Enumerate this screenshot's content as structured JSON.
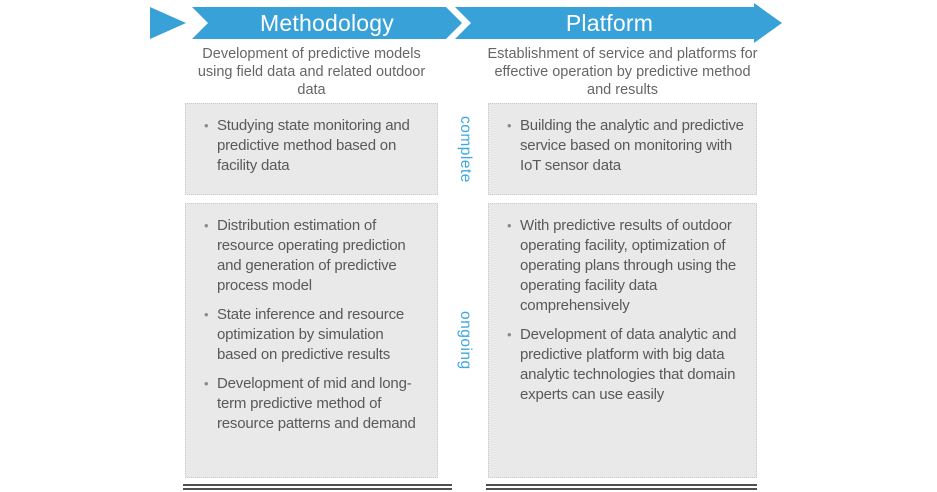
{
  "colors": {
    "accent": "#38a1d8",
    "header_text": "#ffffff",
    "box_bg": "#e9e9e9",
    "box_border": "#c9c9c9",
    "body_text": "#595959",
    "desc_text": "#666666",
    "status_text": "#3fa9dc",
    "rule": "#4f4f4f"
  },
  "status_labels": {
    "row1": "complete",
    "row2": "ongoing"
  },
  "columns": [
    {
      "header": "Methodology",
      "description": "Development of predictive models using field data and related outdoor data",
      "rows": [
        {
          "bullets": [
            "Studying state monitoring and predictive method based on facility data"
          ]
        },
        {
          "bullets": [
            "Distribution estimation of resource operating prediction and generation of predictive process model",
            "State inference and resource optimization by simulation based on predictive results",
            "Development of mid and long-term predictive method of resource patterns and demand"
          ]
        }
      ]
    },
    {
      "header": "Platform",
      "description": "Establishment of service and platforms for effective operation by predictive method and results",
      "rows": [
        {
          "bullets": [
            "Building the analytic and predictive service based on monitoring with IoT sensor data"
          ]
        },
        {
          "bullets": [
            "With predictive results of outdoor operating facility, optimization of operating plans through using the operating facility data comprehensively",
            "Development of data analytic and predictive platform with big data analytic technologies that domain experts can use easily"
          ]
        }
      ]
    }
  ]
}
